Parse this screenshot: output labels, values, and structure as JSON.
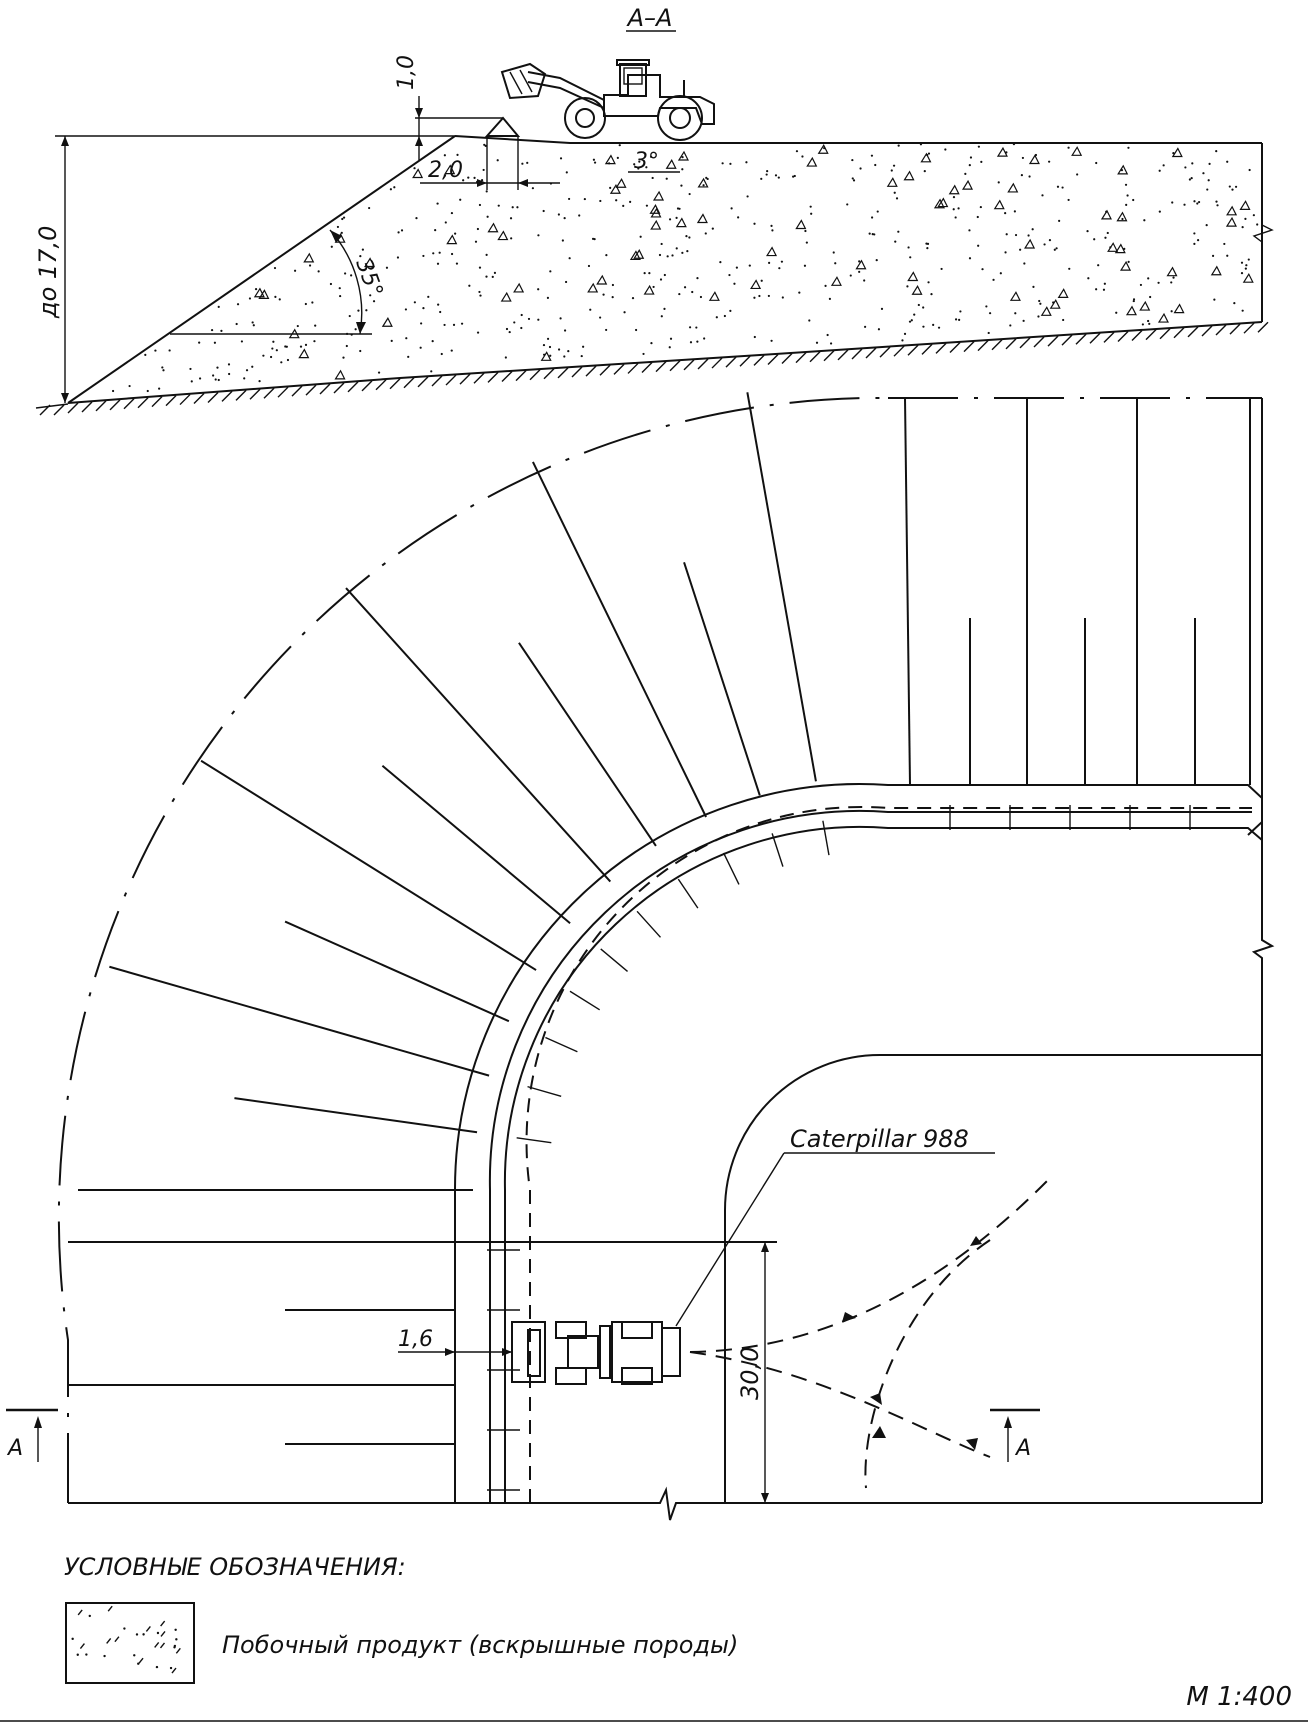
{
  "section": {
    "title": "А–А",
    "dim_berm_height": "1,0",
    "dim_berm_width": "2,0",
    "slope_top": "3°",
    "slope_angle": "35°",
    "dim_height": "до 17,0"
  },
  "plan": {
    "machine_label": "Caterpillar 988",
    "dim_offset": "1,6",
    "dim_length": "30,0",
    "cut_left": "А",
    "cut_right": "А"
  },
  "legend": {
    "heading": "УСЛОВНЫЕ ОБОЗНАЧЕНИЯ:",
    "item": "Побочный продукт (вскрышные породы)"
  },
  "scale": "М 1:400"
}
